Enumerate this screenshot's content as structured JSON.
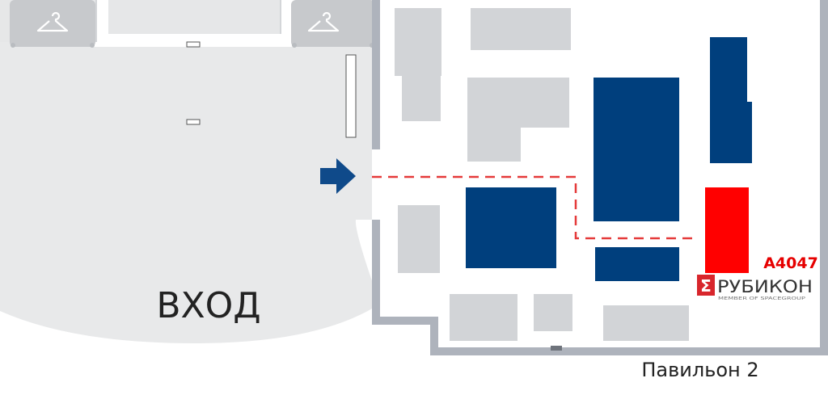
{
  "map": {
    "entrance_label": "ВХОД",
    "pavilion_label": "Павильон 2",
    "booth": {
      "number": "A4047",
      "company_name": "РУБИКОН",
      "company_tagline": "MEMBER OF SPACEGROUP",
      "logo_icon": "sigma-logo-icon"
    },
    "icons": {
      "wardrobe_left": "hanger-icon",
      "wardrobe_right": "hanger-icon",
      "direction": "arrow-right-icon"
    },
    "colors": {
      "booth_highlight": "#ff0000",
      "exhibitor_booth": "#003f7d",
      "neutral_booth": "#d2d4d7",
      "hall_floor": "#e8e9ea",
      "wall": "#aeb3bc",
      "route": "#e53a3a",
      "pavilion_bg": "#ffffff"
    }
  }
}
